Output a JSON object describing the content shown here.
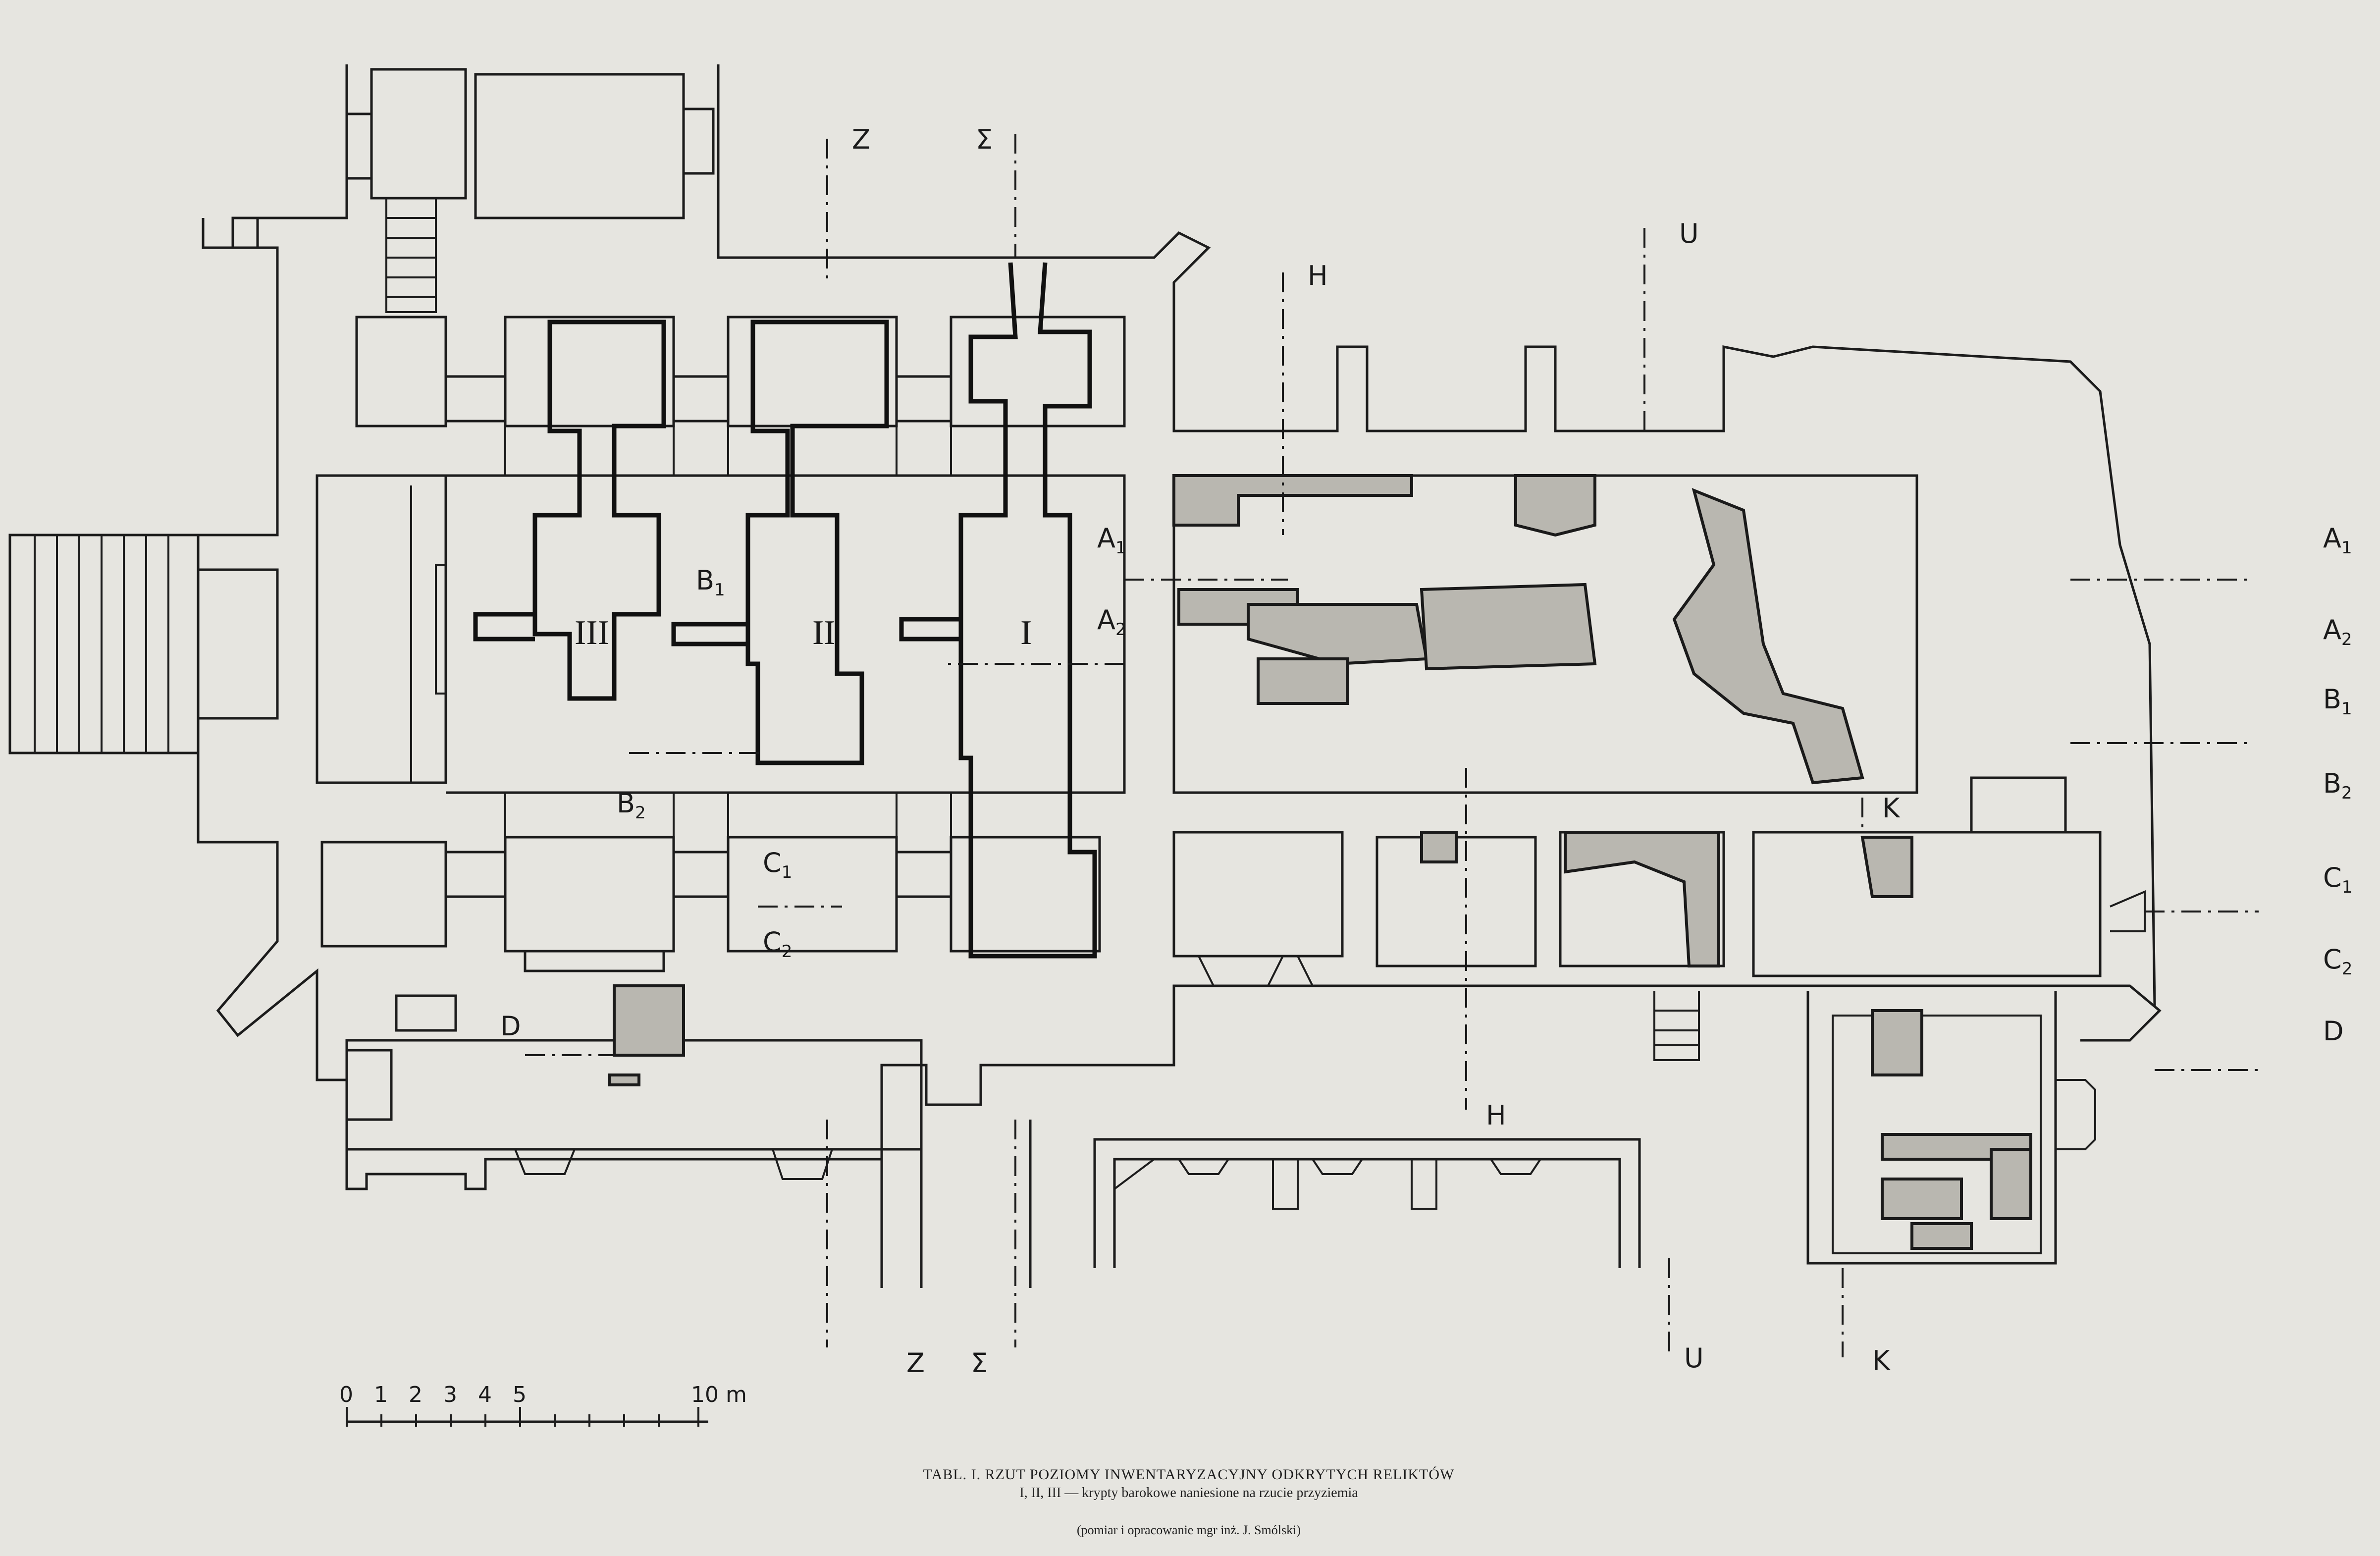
{
  "caption": {
    "title": "TABL. I. RZUT POZIOMY INWENTARYZACYJNY ODKRYTYCH RELIKTÓW",
    "subtitle": "I, II, III — krypty barokowe naniesione na rzucie przyziemia",
    "credit": "(pomiar i opracowanie mgr inż. J. Smólski)"
  },
  "crypts": {
    "one": "I",
    "two": "II",
    "three": "III"
  },
  "scale_bar": {
    "n0": "0",
    "n1": "1",
    "n2": "2",
    "n3": "3",
    "n4": "4",
    "n5": "5",
    "n10": "10 m"
  },
  "sections": {
    "a1": "A",
    "a1_sub": "1",
    "a2": "A",
    "a2_sub": "2",
    "b1": "B",
    "b1_sub": "1",
    "b2": "B",
    "b2_sub": "2",
    "c1": "C",
    "c1_sub": "1",
    "c2": "C",
    "c2_sub": "2",
    "d": "D",
    "z": "Z",
    "e": "Σ",
    "h": "H",
    "u": "U",
    "k": "K"
  }
}
